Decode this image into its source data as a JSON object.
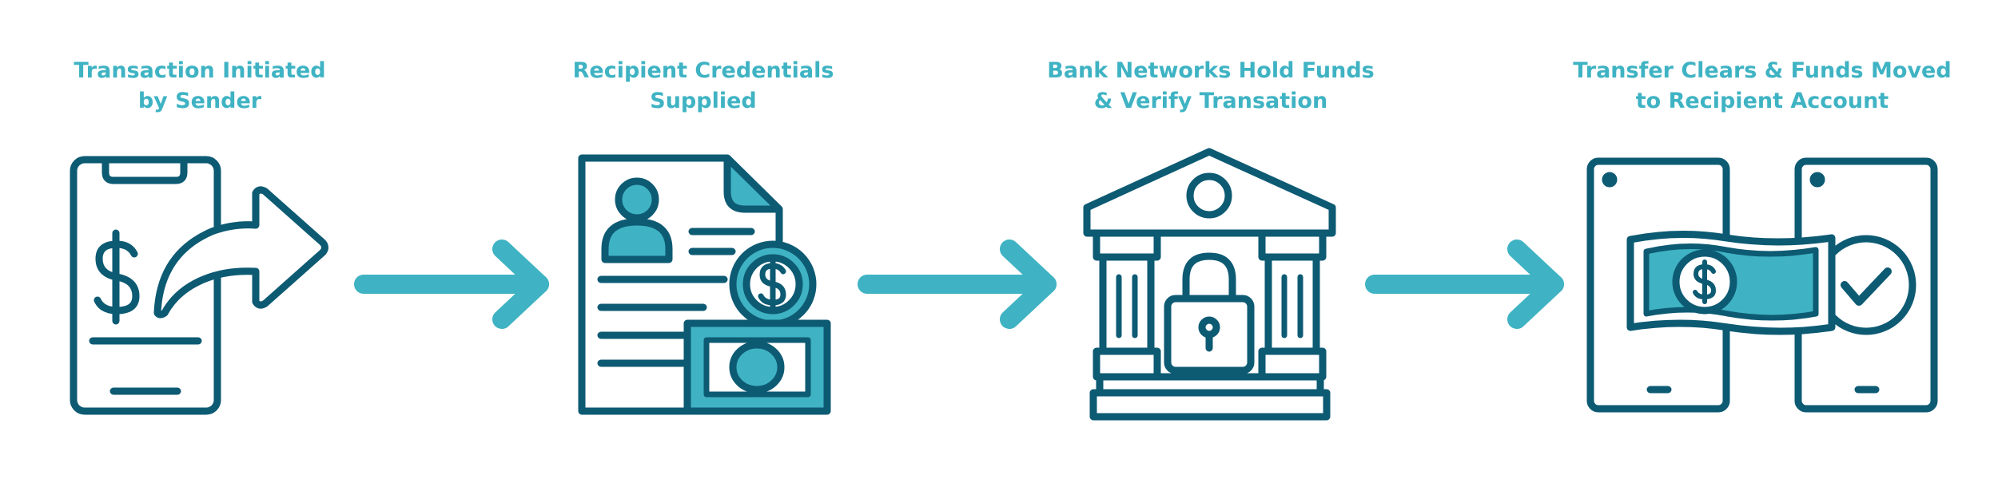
{
  "steps": [
    {
      "line1": "Transaction Initiated",
      "line2": "by Sender",
      "icon": "phone-send-money-icon"
    },
    {
      "line1": "Recipient Credentials",
      "line2": "Supplied",
      "icon": "document-credentials-icon"
    },
    {
      "line1": "Bank Networks Hold Funds",
      "line2": "& Verify Transation",
      "icon": "bank-lock-icon"
    },
    {
      "line1": "Transfer Clears & Funds Moved",
      "line2": "to Recipient Account",
      "icon": "phone-transfer-complete-icon"
    }
  ],
  "colors": {
    "dark": "#0d5a73",
    "accent": "#3fb3c3",
    "background": "#ffffff"
  }
}
